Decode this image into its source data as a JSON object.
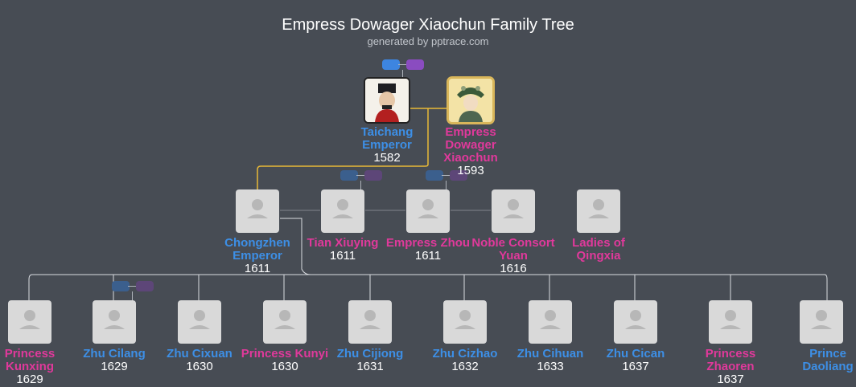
{
  "header": {
    "title": "Empress Dowager Xiaochun Family Tree",
    "subtitle": "generated by pptrace.com"
  },
  "persons": [
    {
      "id": "taichang",
      "name": "Taichang Emperor",
      "year": "1582",
      "gender": "male",
      "photo": "portrait-emperor"
    },
    {
      "id": "xiaochun",
      "name": "Empress Dowager Xiaochun",
      "year": "1593",
      "gender": "female",
      "photo": "portrait-empress"
    },
    {
      "id": "chongzhen",
      "name": "Chongzhen Emperor",
      "year": "1611",
      "gender": "male",
      "photo": "avatar-placeholder"
    },
    {
      "id": "tian",
      "name": "Tian Xiuying",
      "year": "1611",
      "gender": "female",
      "photo": "avatar-placeholder"
    },
    {
      "id": "zhou",
      "name": "Empress Zhou",
      "year": "1611",
      "gender": "female",
      "photo": "avatar-placeholder"
    },
    {
      "id": "yuan",
      "name": "Noble Consort Yuan",
      "year": "1616",
      "gender": "female",
      "photo": "avatar-placeholder"
    },
    {
      "id": "qingxia",
      "name": "Ladies of Qingxia",
      "year": "",
      "gender": "female",
      "photo": "avatar-placeholder"
    },
    {
      "id": "kunxing",
      "name": "Princess Kunxing",
      "year": "1629",
      "gender": "female",
      "photo": "avatar-placeholder"
    },
    {
      "id": "cilang",
      "name": "Zhu Cilang",
      "year": "1629",
      "gender": "male",
      "photo": "avatar-placeholder"
    },
    {
      "id": "cixuan",
      "name": "Zhu Cixuan",
      "year": "1630",
      "gender": "male",
      "photo": "avatar-placeholder"
    },
    {
      "id": "kunyi",
      "name": "Princess Kunyi",
      "year": "1630",
      "gender": "female",
      "photo": "avatar-placeholder"
    },
    {
      "id": "cijiong",
      "name": "Zhu Cijiong",
      "year": "1631",
      "gender": "male",
      "photo": "avatar-placeholder"
    },
    {
      "id": "cizhao",
      "name": "Zhu Cizhao",
      "year": "1632",
      "gender": "male",
      "photo": "avatar-placeholder"
    },
    {
      "id": "cihuan",
      "name": "Zhu Cihuan",
      "year": "1633",
      "gender": "male",
      "photo": "avatar-placeholder"
    },
    {
      "id": "cican",
      "name": "Zhu Cican",
      "year": "1637",
      "gender": "male",
      "photo": "avatar-placeholder"
    },
    {
      "id": "zhaoren",
      "name": "Princess Zhaoren",
      "year": "1637",
      "gender": "female",
      "photo": "avatar-placeholder"
    },
    {
      "id": "daoliang",
      "name": "Prince Daoliang",
      "year": "",
      "gender": "male",
      "photo": "avatar-placeholder"
    }
  ],
  "colors": {
    "background": "#474c54",
    "male": "#3d8fe6",
    "female": "#e0399b",
    "spouse_line": "#e8b937",
    "line": "#d8dbe0"
  }
}
